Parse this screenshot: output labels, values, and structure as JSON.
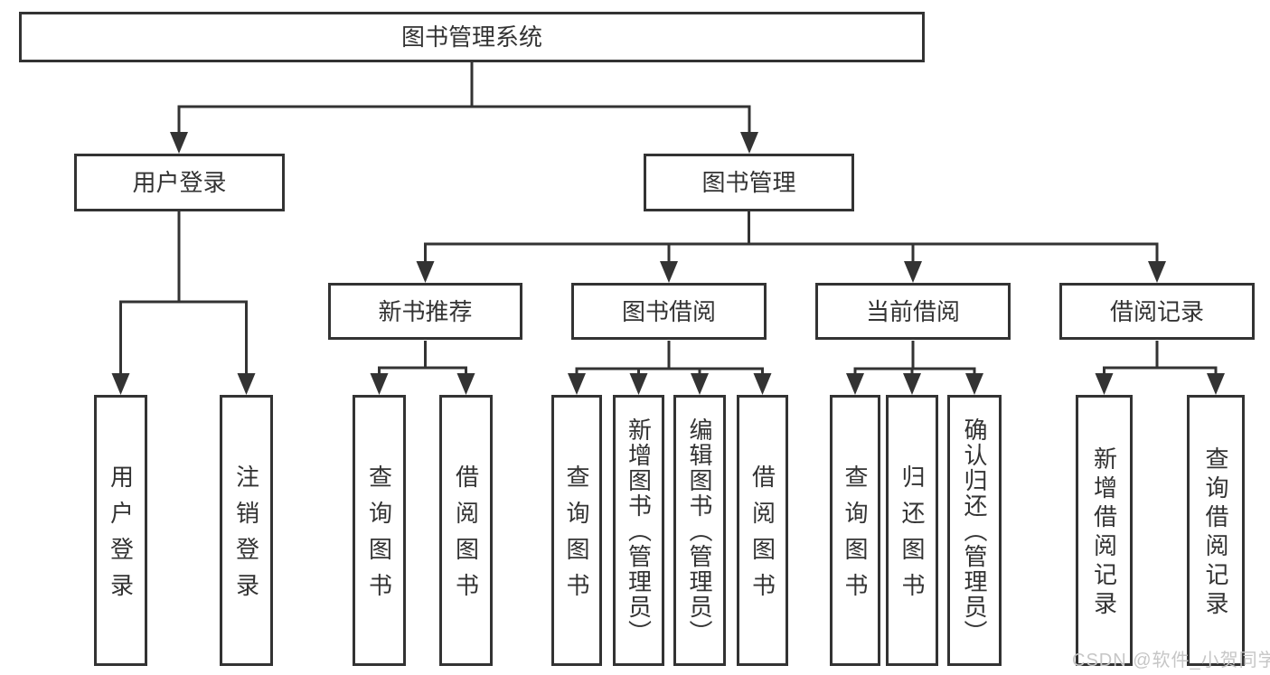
{
  "diagram": {
    "root_label": "图书管理系统",
    "level2": [
      {
        "label": "用户登录",
        "leaves": [
          "用户登录",
          "注销登录"
        ]
      },
      {
        "label": "图书管理"
      }
    ],
    "level3": [
      {
        "label": "新书推荐",
        "leaves": [
          "查询图书",
          "借阅图书"
        ]
      },
      {
        "label": "图书借阅",
        "leaves": [
          "查询图书",
          "新增图书（管理员）",
          "编辑图书（管理员）",
          "借阅图书"
        ]
      },
      {
        "label": "当前借阅",
        "leaves": [
          "查询图书",
          "归还图书",
          "确认归还（管理员）"
        ]
      },
      {
        "label": "借阅记录",
        "leaves": [
          "新增借阅记录",
          "查询借阅记录"
        ]
      }
    ]
  },
  "watermark": {
    "text": "CSDN @软件_小贺同学"
  },
  "colors": {
    "line": "#333333",
    "box_border": "#333333",
    "box_bg": "#ffffff",
    "text": "#333333",
    "watermark": "#c6c6c6",
    "background": "#ffffff"
  }
}
